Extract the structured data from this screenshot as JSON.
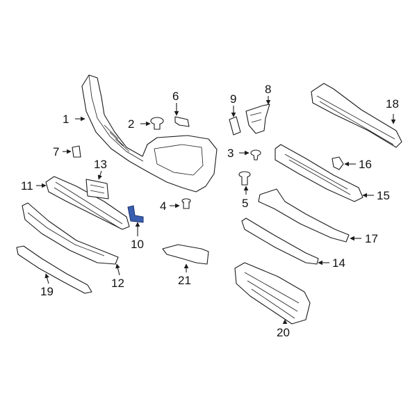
{
  "diagram": {
    "callouts": [
      {
        "id": "c1",
        "label": "1"
      },
      {
        "id": "c2",
        "label": "2"
      },
      {
        "id": "c3",
        "label": "3"
      },
      {
        "id": "c4",
        "label": "4"
      },
      {
        "id": "c5",
        "label": "5"
      },
      {
        "id": "c6",
        "label": "6"
      },
      {
        "id": "c7",
        "label": "7"
      },
      {
        "id": "c8",
        "label": "8"
      },
      {
        "id": "c9",
        "label": "9"
      },
      {
        "id": "c10",
        "label": "10"
      },
      {
        "id": "c11",
        "label": "11"
      },
      {
        "id": "c12",
        "label": "12"
      },
      {
        "id": "c13",
        "label": "13"
      },
      {
        "id": "c14",
        "label": "14"
      },
      {
        "id": "c15",
        "label": "15"
      },
      {
        "id": "c16",
        "label": "16"
      },
      {
        "id": "c17",
        "label": "17"
      },
      {
        "id": "c18",
        "label": "18"
      },
      {
        "id": "c19",
        "label": "19"
      },
      {
        "id": "c20",
        "label": "20"
      },
      {
        "id": "c21",
        "label": "21"
      }
    ],
    "highlighted_part": "10",
    "colors": {
      "line": "#1a1a1a",
      "highlight": "#3a5fb0",
      "background": "#ffffff"
    }
  }
}
